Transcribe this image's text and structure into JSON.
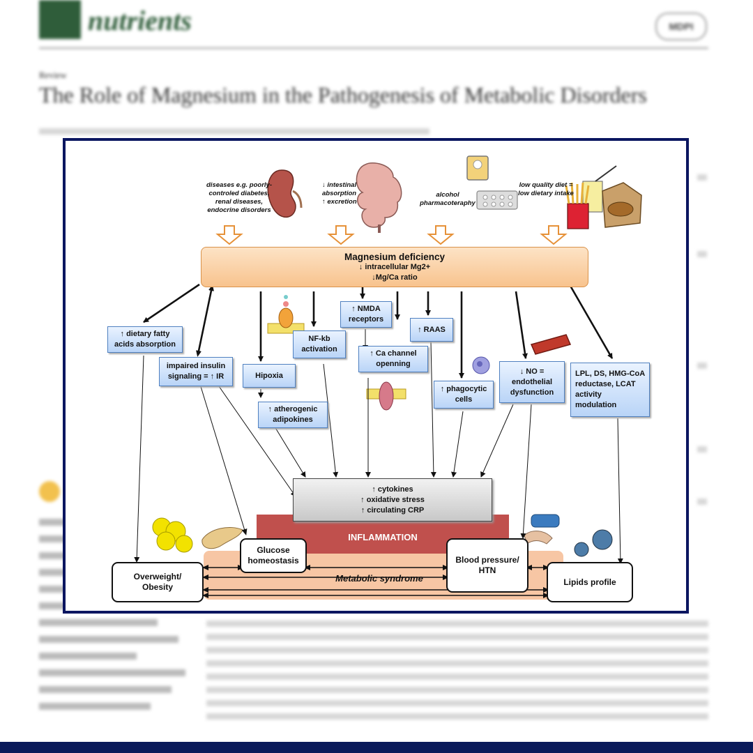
{
  "paper": {
    "journal": "nutrients",
    "publisher": "MDPI",
    "article_type": "Review",
    "title": "The Role of Magnesium in the Pathogenesis of Metabolic Disorders"
  },
  "figure": {
    "causes": {
      "disease": [
        "diseases e.g. poorly-",
        "controled diabetes,",
        "renal diseases,",
        "endocrine disorders"
      ],
      "intestinal": [
        "↓ intestinal",
        "absorption",
        "↑ excretion"
      ],
      "alcohol": [
        "alcohol",
        "pharmacoteraphy"
      ],
      "diet": [
        "low quality diet =",
        "low dietary intake"
      ]
    },
    "deficiency": {
      "title": "Magnesium deficiency",
      "line1": "↓ intracellular Mg2+",
      "line2": "↓Mg/Ca ratio"
    },
    "mechanisms": {
      "fatty": [
        "↑ dietary fatty",
        "acids absorption"
      ],
      "insulin": [
        "impaired insulin",
        "signaling = ↑ IR"
      ],
      "hipoxia": "Hipoxia",
      "adipokines": [
        "↑ atherogenic",
        "adipokines"
      ],
      "nfkb": [
        "NF-kb",
        "activation"
      ],
      "nmda": [
        "↑ NMDA",
        "receptors"
      ],
      "ca_channel": [
        "↑ Ca channel",
        "openning"
      ],
      "raas": "↑ RAAS",
      "phagocytic": [
        "↑ phagocytic",
        "cells"
      ],
      "no": [
        "↓ NO  =",
        "endothelial",
        "dysfunction"
      ],
      "lipid": [
        "LPL, DS, HMG-CoA",
        "reductase, LCAT",
        "activity",
        "modulation"
      ]
    },
    "inflammation_box": [
      "↑ cytokines",
      "↑ oxidative stress",
      "↑ circulating CRP"
    ],
    "inflammation_label": "INFLAMMATION",
    "outcomes": {
      "obesity": [
        "Overweight/",
        "Obesity"
      ],
      "glucose": [
        "Glucose",
        "homeostasis"
      ],
      "bp": [
        "Blood pressure/",
        "HTN"
      ],
      "lipids": "Lipids profile"
    },
    "metabolic_syndrome": "Metabolic syndrome"
  },
  "colors": {
    "frame": "#0b1660",
    "deficiency_fill": "#fbd3a8",
    "inflammation": "#c0504d",
    "box_border": "#4f80c0",
    "syndrome_band": "#f7c6a4"
  }
}
